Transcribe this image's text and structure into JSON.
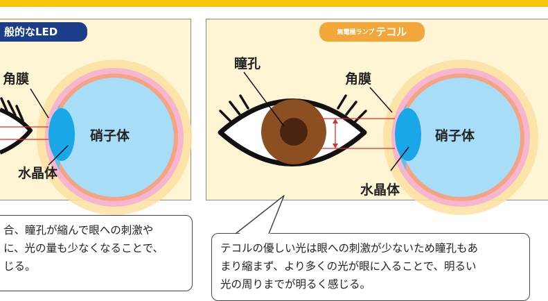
{
  "header": {
    "band_color": "#f6c40a"
  },
  "left_panel": {
    "badge": "般的なLED",
    "labels": {
      "cornea": "角膜",
      "vitreous": "硝子体",
      "lens": "水晶体"
    },
    "caption_lines": [
      "合、瞳孔が縮んで眼への刺激や",
      "に、光の量も少なくなることで、",
      "じる。"
    ]
  },
  "right_panel": {
    "badge_small": "無電極ランプ",
    "badge_big": "テコル",
    "labels": {
      "pupil": "瞳孔",
      "cornea": "角膜",
      "vitreous": "硝子体",
      "lens": "水晶体"
    },
    "caption_lines": [
      "テコルの優しい光は眼への刺激が少ないため瞳孔もあ",
      "まり縮まず、より多くの光が眼に入ることで、明るい",
      "光の周りまでが明るく感じる。"
    ]
  },
  "colors": {
    "panel_bg": "#fdf5d3",
    "eyeball": "#a8ddf7",
    "lens": "#1aa7e8",
    "sclera_pink": "#f7b6cf",
    "glow": "#fbe0a0",
    "iris": "#8b4f22",
    "pupil": "#4a2410",
    "light_ray": "#e02c2c",
    "left_badge": "#1c3e8a",
    "right_badge": "#f2a73a"
  }
}
